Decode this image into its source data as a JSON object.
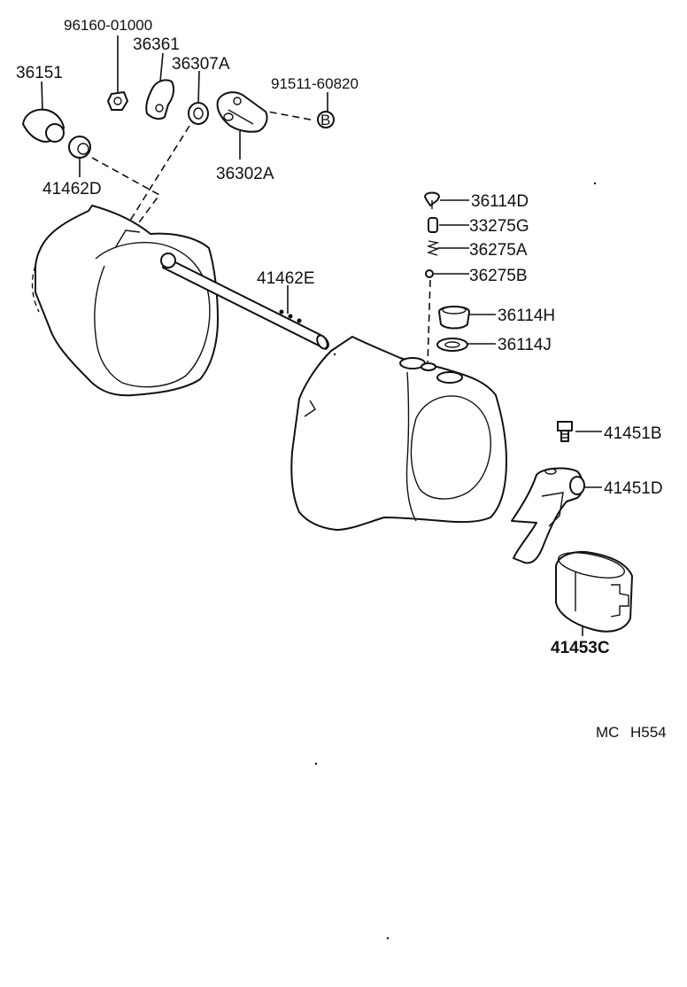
{
  "parts": {
    "p96160": "96160-01000",
    "p36361": "36361",
    "p36307A": "36307A",
    "p91511": "91511-60820",
    "p36151": "36151",
    "p36302A": "36302A",
    "p41462D": "41462D",
    "p36114D": "36114D",
    "p33275G": "33275G",
    "p36275A": "36275A",
    "p36275B": "36275B",
    "p41462E": "41462E",
    "p36114H": "36114H",
    "p36114J": "36114J",
    "p41451B": "41451B",
    "p41451D": "41451D",
    "p41453C": "41453C"
  },
  "bolt_mark": "B",
  "code_mc": "MC",
  "code_h": "H554"
}
